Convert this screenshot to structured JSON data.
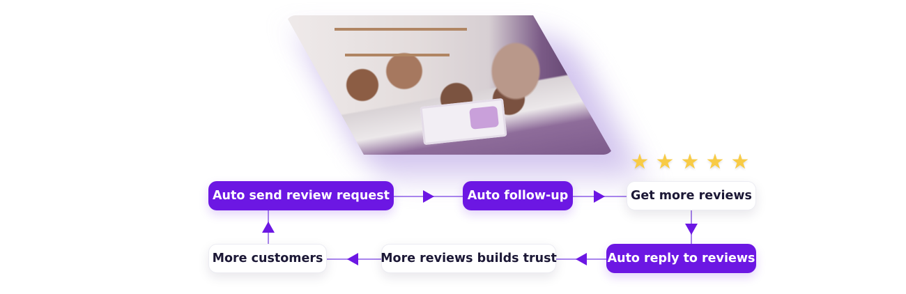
{
  "hero_image": {
    "description": "family-reading-book-on-sofa-photo",
    "glow_color": "#c7b6ea"
  },
  "rating": {
    "stars": 5,
    "star_glyph": "★",
    "color": "#f8cb45"
  },
  "colors": {
    "accent": "#6c17e3",
    "connector": "#a884ec",
    "outline_text": "#1c1836"
  },
  "flow": {
    "nodes": [
      {
        "id": "auto-send-review-request",
        "label": "Auto send review request",
        "style": "filled"
      },
      {
        "id": "auto-follow-up",
        "label": "Auto follow-up",
        "style": "filled"
      },
      {
        "id": "get-more-reviews",
        "label": "Get more reviews",
        "style": "outline"
      },
      {
        "id": "auto-reply-to-reviews",
        "label": "Auto reply to reviews",
        "style": "filled"
      },
      {
        "id": "more-reviews-builds-trust",
        "label": "More reviews builds trust",
        "style": "outline"
      },
      {
        "id": "more-customers",
        "label": "More customers",
        "style": "outline"
      }
    ],
    "edges": [
      {
        "from": "auto-send-review-request",
        "to": "auto-follow-up"
      },
      {
        "from": "auto-follow-up",
        "to": "get-more-reviews"
      },
      {
        "from": "get-more-reviews",
        "to": "auto-reply-to-reviews"
      },
      {
        "from": "auto-reply-to-reviews",
        "to": "more-reviews-builds-trust"
      },
      {
        "from": "more-reviews-builds-trust",
        "to": "more-customers"
      },
      {
        "from": "more-customers",
        "to": "auto-send-review-request"
      }
    ]
  }
}
